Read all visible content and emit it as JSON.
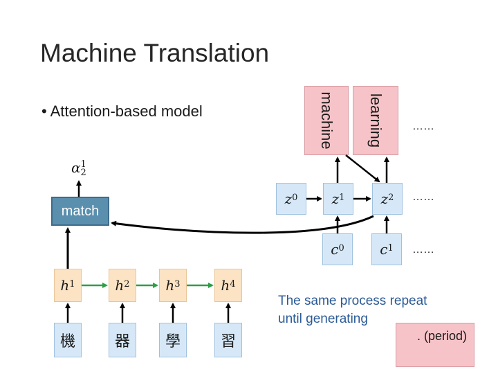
{
  "slide": {
    "title": "Machine Translation",
    "bullet": "• Attention-based model",
    "match_label": "match",
    "repeat_text_line1": "The same process repeat",
    "repeat_text_line2": "until generating",
    "period_label": ". (period)"
  },
  "outputs": [
    {
      "word": "machine"
    },
    {
      "word": "learning"
    }
  ],
  "dots": [
    "……",
    "……",
    "……"
  ],
  "alpha": {
    "base": "α",
    "sup": "1",
    "sub": "2"
  },
  "decoder_states": [
    {
      "base": "z",
      "sup": "0"
    },
    {
      "base": "z",
      "sup": "1"
    },
    {
      "base": "z",
      "sup": "2"
    }
  ],
  "context_vectors": [
    {
      "base": "c",
      "sup": "0"
    },
    {
      "base": "c",
      "sup": "1"
    }
  ],
  "encoder_states": [
    {
      "base": "h",
      "sup": "1"
    },
    {
      "base": "h",
      "sup": "2"
    },
    {
      "base": "h",
      "sup": "3"
    },
    {
      "base": "h",
      "sup": "4"
    }
  ],
  "input_chars": [
    "機",
    "器",
    "學",
    "習"
  ],
  "colors": {
    "encoder_arrow": "#2e9e46",
    "blue_box": "#d6e8f7",
    "orange_box": "#fbe3c4",
    "pink_box": "#f6c3c8",
    "match_box": "#5b8fae",
    "repeat_text": "#2b5a96"
  }
}
